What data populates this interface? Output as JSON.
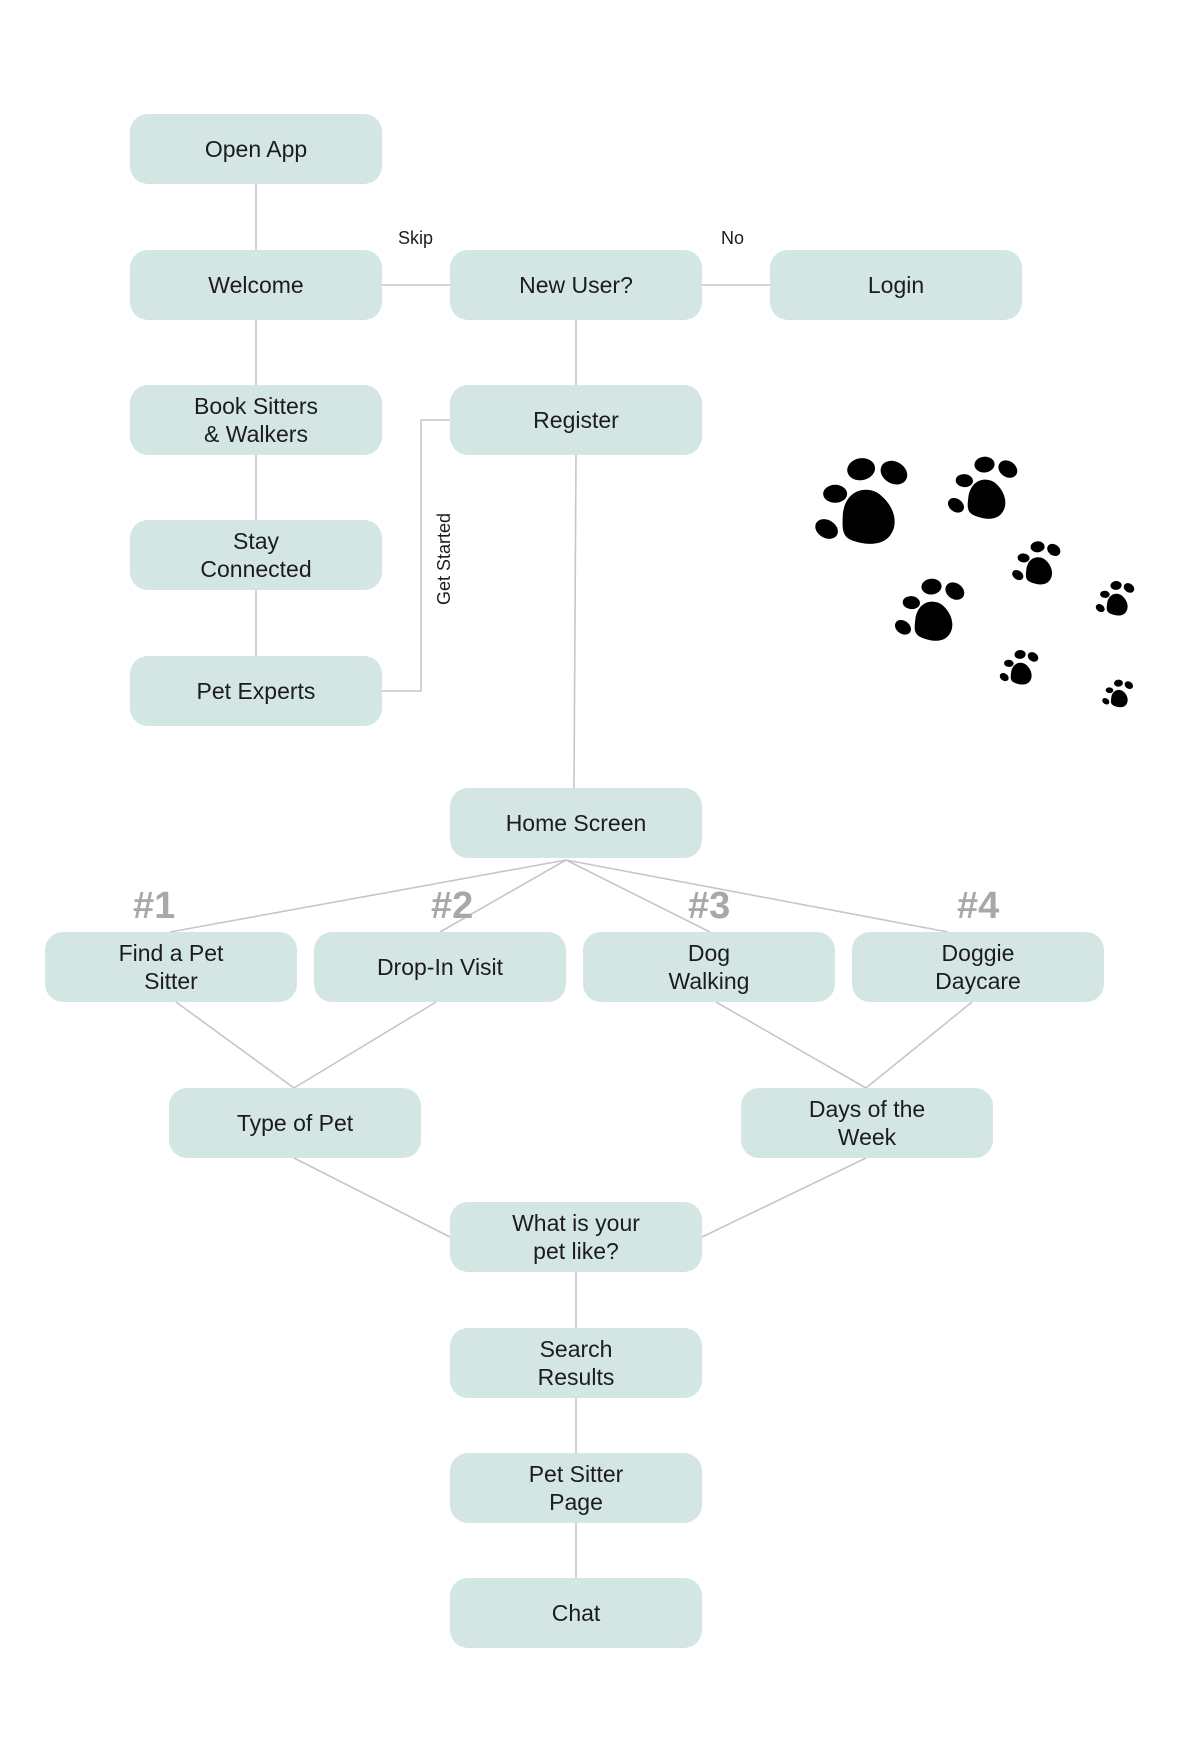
{
  "nodes": {
    "open_app": "Open App",
    "welcome": "Welcome",
    "new_user": "New User?",
    "login": "Login",
    "book_sitters": [
      "Book Sitters",
      "& Walkers"
    ],
    "register": "Register",
    "stay_connected": [
      "Stay",
      "Connected"
    ],
    "pet_experts": "Pet Experts",
    "home_screen": "Home Screen",
    "find_pet_sitter": [
      "Find a Pet",
      "Sitter"
    ],
    "drop_in_visit": "Drop-In Visit",
    "dog_walking": [
      "Dog",
      "Walking"
    ],
    "doggie_daycare": [
      "Doggie",
      "Daycare"
    ],
    "type_of_pet": "Type of Pet",
    "days_of_week": [
      "Days of the",
      "Week"
    ],
    "what_is_pet_like": [
      "What is your",
      "pet like?"
    ],
    "search_results": [
      "Search",
      "Results"
    ],
    "pet_sitter_page": [
      "Pet Sitter",
      "Page"
    ],
    "chat": "Chat"
  },
  "edge_labels": {
    "skip": "Skip",
    "no": "No",
    "get_started": "Get Started"
  },
  "branch_numbers": [
    "#1",
    "#2",
    "#3",
    "#4"
  ],
  "decoration": {
    "icon": "paw-print-icon",
    "colors": [
      "#e8456b",
      "#f39a4a"
    ]
  },
  "colors": {
    "node_fill": "#d3e6e4",
    "edge": "#c6c6c6",
    "branch_number": "#a8a8a8"
  }
}
